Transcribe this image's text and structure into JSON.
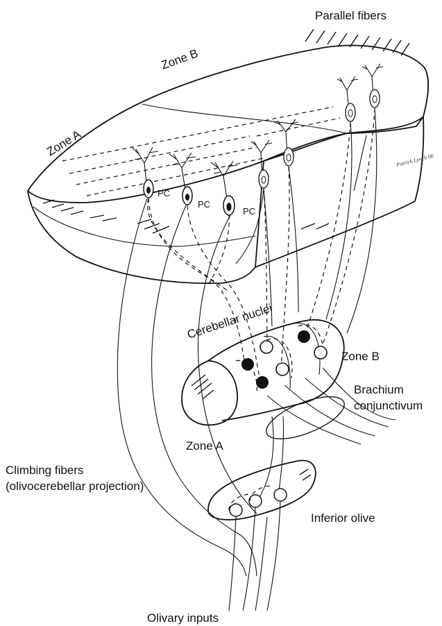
{
  "labels": {
    "parallel_fibers": "Parallel fibers",
    "zone_b_top": "Zone B",
    "zone_a_top": "Zone A",
    "pc": "PC",
    "cerebellar_nuclei": "Cerebellar nuclei",
    "zone_b_nuclei": "Zone B",
    "zone_a_nuclei": "Zone A",
    "brachium_line1": "Brachium",
    "brachium_line2": "conjunctivum",
    "climbing_line1": "Climbing fibers",
    "climbing_line2": "(olivocerebellar projection)",
    "inferior_olive": "Inferior olive",
    "olivary_inputs": "Olivary inputs",
    "signature": "Patrick Lynch 06"
  },
  "colors": {
    "ink": "#111111",
    "background": "#ffffff"
  }
}
